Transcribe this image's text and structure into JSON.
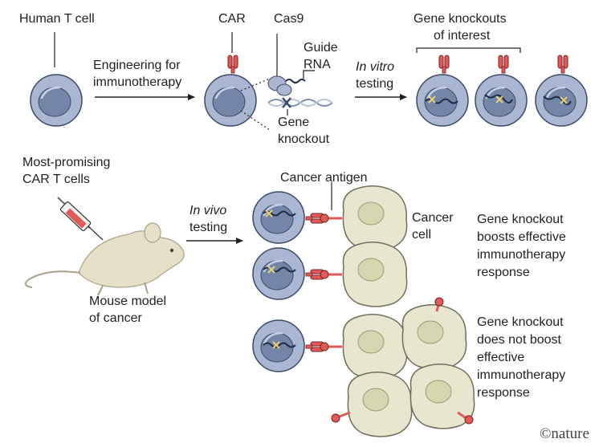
{
  "labels": {
    "human_t_cell": "Human T cell",
    "car": "CAR",
    "cas9": "Cas9",
    "guide_rna": [
      "Guide",
      "RNA"
    ],
    "gene_knockout": [
      "Gene",
      "knockout"
    ],
    "engineering": [
      "Engineering for",
      "immunotherapy"
    ],
    "in_vitro": [
      "In vitro",
      "testing"
    ],
    "gene_knockouts_of_interest": [
      "Gene knockouts",
      "of interest"
    ],
    "most_promising": [
      "Most-promising",
      "CAR T cells"
    ],
    "in_vivo": [
      "In vivo",
      "testing"
    ],
    "cancer_antigen": "Cancer antigen",
    "cancer_cell": [
      "Cancer",
      "cell"
    ],
    "mouse_model": [
      "Mouse model",
      "of cancer"
    ],
    "boosts": [
      "Gene knockout",
      "boosts effective",
      "immunotherapy",
      "response"
    ],
    "not_boost": [
      "Gene knockout",
      "does not boost",
      "effective",
      "immunotherapy",
      "response"
    ],
    "credit": "©nature"
  },
  "colors": {
    "cell_fill": "#a9b7d2",
    "cell_stroke": "#3b4a66",
    "nucleus": "#7386a8",
    "car_red": "#e05a5a",
    "cancer_fill": "#e9e6cf",
    "cancer_nucleus": "#d6d6b0",
    "cancer_stroke": "#6f6f5a",
    "mouse": "#e6e0c9",
    "arrow": "#222222",
    "x_mark": "#e8cf7a",
    "dna": "#7f8fb0"
  }
}
